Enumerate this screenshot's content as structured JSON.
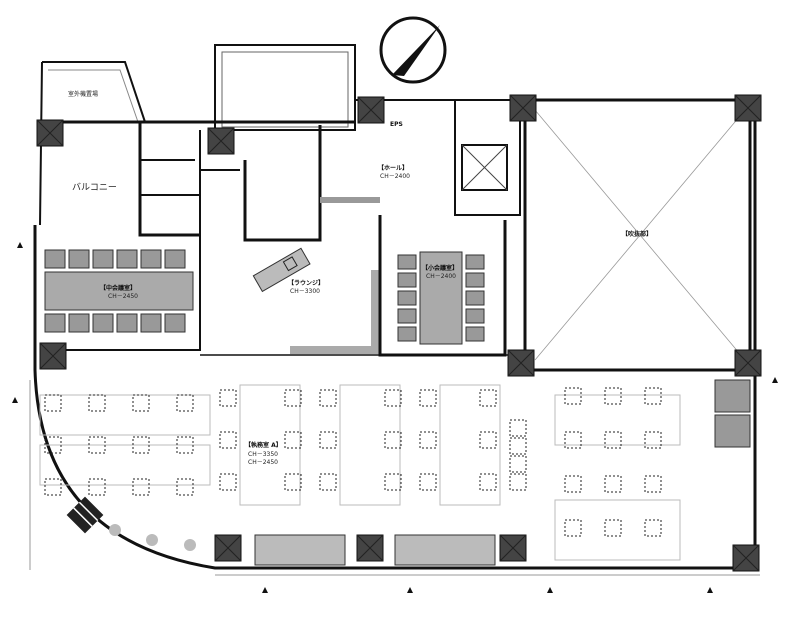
{
  "plan": {
    "north_arrow": "north-arrow-icon",
    "rooms": {
      "balcony": {
        "name": "バルコニー"
      },
      "balcony_note": {
        "name": "室外機置場"
      },
      "meeting_left": {
        "name": "【中会議室】",
        "ch": "CH－2450"
      },
      "lounge": {
        "name": "【ラウンジ】",
        "ch": "CH－3300"
      },
      "hall": {
        "name": "【ホール】",
        "ch": "CH－2400"
      },
      "meeting_mid": {
        "name": "【小会議室】",
        "ch": "CH－2400"
      },
      "office": {
        "name": "【執務室 A】",
        "ch1": "CH－3350",
        "ch2": "CH－2450"
      },
      "void": {
        "name": "【吹抜部】"
      },
      "eps": {
        "name": "EPS"
      }
    }
  }
}
